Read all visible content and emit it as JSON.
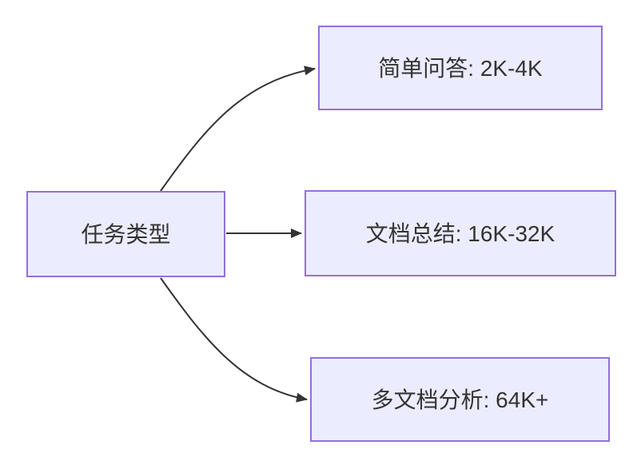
{
  "diagram": {
    "type": "flowchart-left-to-right",
    "colors": {
      "canvas_bg": "#ffffff",
      "node_fill": "#ECECFF",
      "node_border": "#9370DB",
      "edge_color": "#333333",
      "text_color": "#333333"
    },
    "root": {
      "id": "task-type",
      "label": "任务类型"
    },
    "children": [
      {
        "id": "simple-qa",
        "label": "简单问答: 2K-4K"
      },
      {
        "id": "doc-summary",
        "label": "文档总结: 16K-32K"
      },
      {
        "id": "multi-doc",
        "label": "多文档分析: 64K+"
      }
    ],
    "edges": [
      {
        "from": "task-type",
        "to": "simple-qa"
      },
      {
        "from": "task-type",
        "to": "doc-summary"
      },
      {
        "from": "task-type",
        "to": "multi-doc"
      }
    ]
  }
}
